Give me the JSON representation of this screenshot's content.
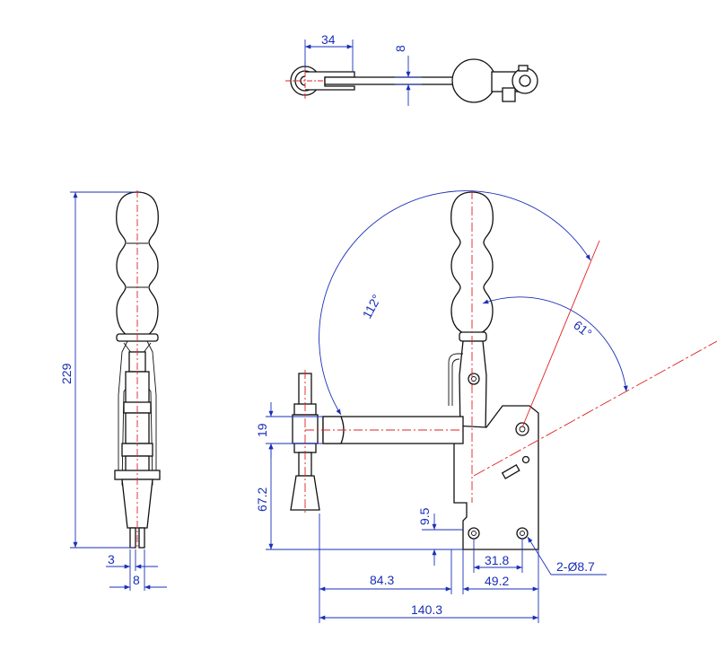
{
  "colors": {
    "dimension": "#1a2fb8",
    "centerline": "#e02020",
    "outline": "#111111"
  },
  "dimensions": {
    "top_arm_length": "34",
    "top_thickness": "8",
    "overall_height": "229",
    "side_small_1": "3",
    "side_small_2": "8",
    "spindle_height": "19",
    "spindle_base_height": "67.2",
    "base_plate_height": "9.5",
    "reach_to_spindle": "84.3",
    "hole_spacing": "31.8",
    "base_width": "49.2",
    "overall_length": "140.3",
    "hole_callout": "2-Ø8.7",
    "handle_open_angle": "112°",
    "lever_angle": "61°"
  }
}
